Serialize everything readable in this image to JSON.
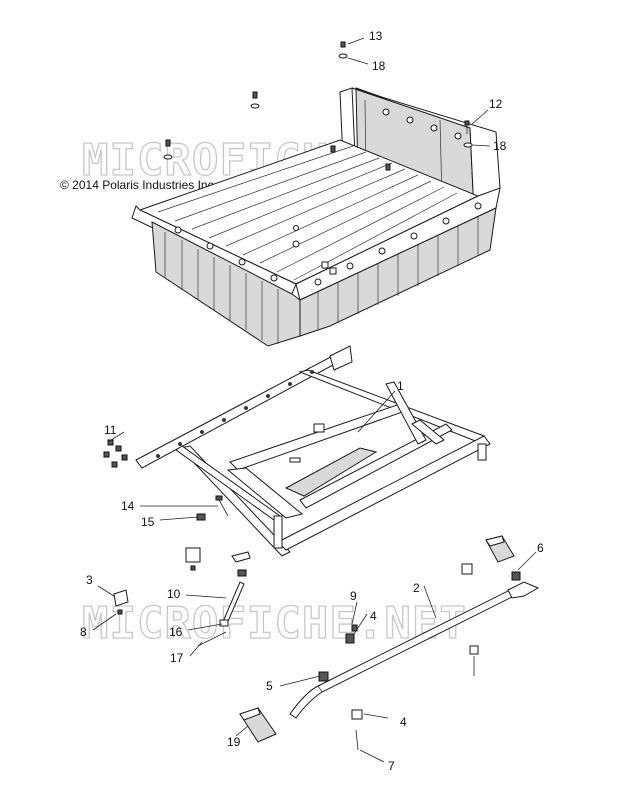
{
  "copyright": "© 2014 Polaris Industries Inc.",
  "watermark": "MICROFICHE.NET",
  "callouts": {
    "c1": "1",
    "c2": "2",
    "c3": "3",
    "c4a": "4",
    "c4b": "4",
    "c5": "5",
    "c6": "6",
    "c7": "7",
    "c8": "8",
    "c9": "9",
    "c10": "10",
    "c11": "11",
    "c12": "12",
    "c13": "13",
    "c14": "14",
    "c15": "15",
    "c16": "16",
    "c17": "17",
    "c18a": "18",
    "c18b": "18",
    "c19": "19"
  },
  "icons": {
    "cargo_box": "cargo-box-icon",
    "frame": "frame-icon",
    "support_rod": "rod-icon",
    "fasteners": "bolt-icon"
  }
}
